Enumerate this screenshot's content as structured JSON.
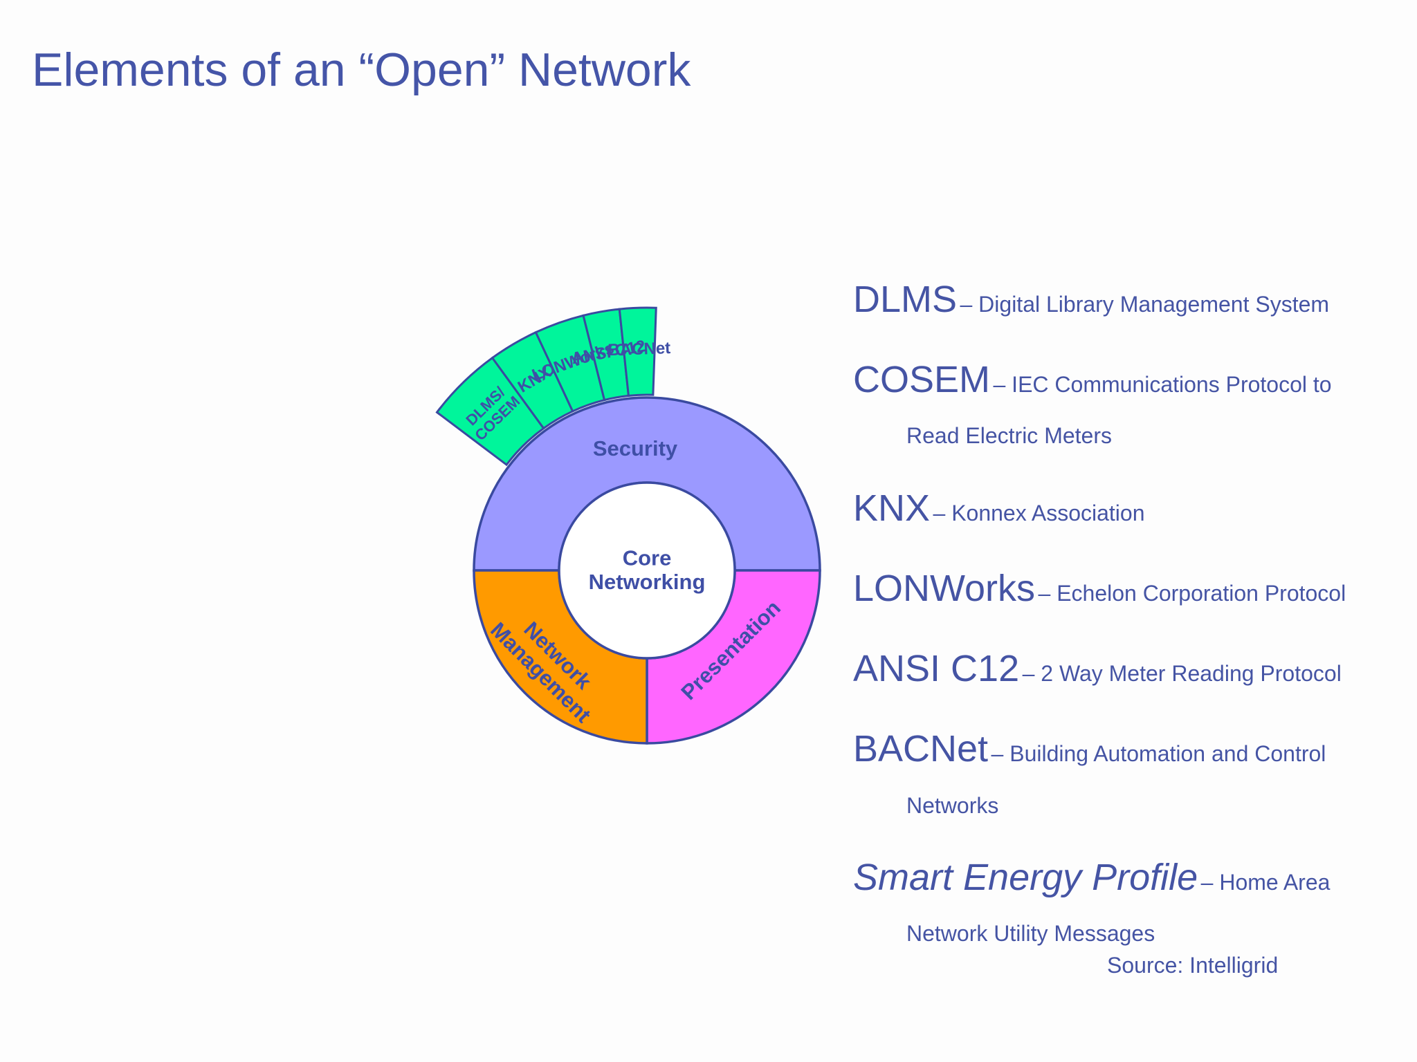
{
  "title": "Elements of an “Open” Network",
  "diagram": {
    "center": "Core Networking",
    "center_lines": [
      "Core",
      "Networking"
    ],
    "segments": [
      {
        "label": "Security",
        "color": "#9b99ff"
      },
      {
        "label": "Presentation",
        "color": "#ff66ff"
      },
      {
        "label": "Network Management",
        "lines": [
          "Network",
          "Management"
        ],
        "color": "#ff9a00"
      }
    ],
    "protocol_color": "#00f59b",
    "protocol_wedges": [
      {
        "lines": [
          "DLMS/",
          "COSEM"
        ]
      },
      {
        "lines": [
          "KNX"
        ]
      },
      {
        "lines": [
          "LONWorks"
        ]
      },
      {
        "lines": [
          "ANSI C12"
        ]
      },
      {
        "lines": [
          "BACNet"
        ]
      }
    ],
    "outline_color": "#3a4aa0"
  },
  "definitions": [
    {
      "term": "DLMS",
      "desc": "– Digital Library Management System",
      "cont": ""
    },
    {
      "term": "COSEM",
      "desc": "– IEC Communications Protocol to",
      "cont": "Read Electric Meters"
    },
    {
      "term": "KNX",
      "desc": "– Konnex Association",
      "cont": ""
    },
    {
      "term": "LONWorks",
      "desc": "– Echelon Corporation Protocol",
      "cont": ""
    },
    {
      "term": "ANSI C12",
      "desc": "– 2 Way Meter Reading Protocol",
      "cont": ""
    },
    {
      "term": "BACNet",
      "desc": "– Building Automation and Control",
      "cont": "Networks"
    },
    {
      "term": "Smart Energy Profile",
      "desc": "– Home Area",
      "cont": "Network Utility Messages"
    }
  ],
  "source": "Source: Intelligrid"
}
